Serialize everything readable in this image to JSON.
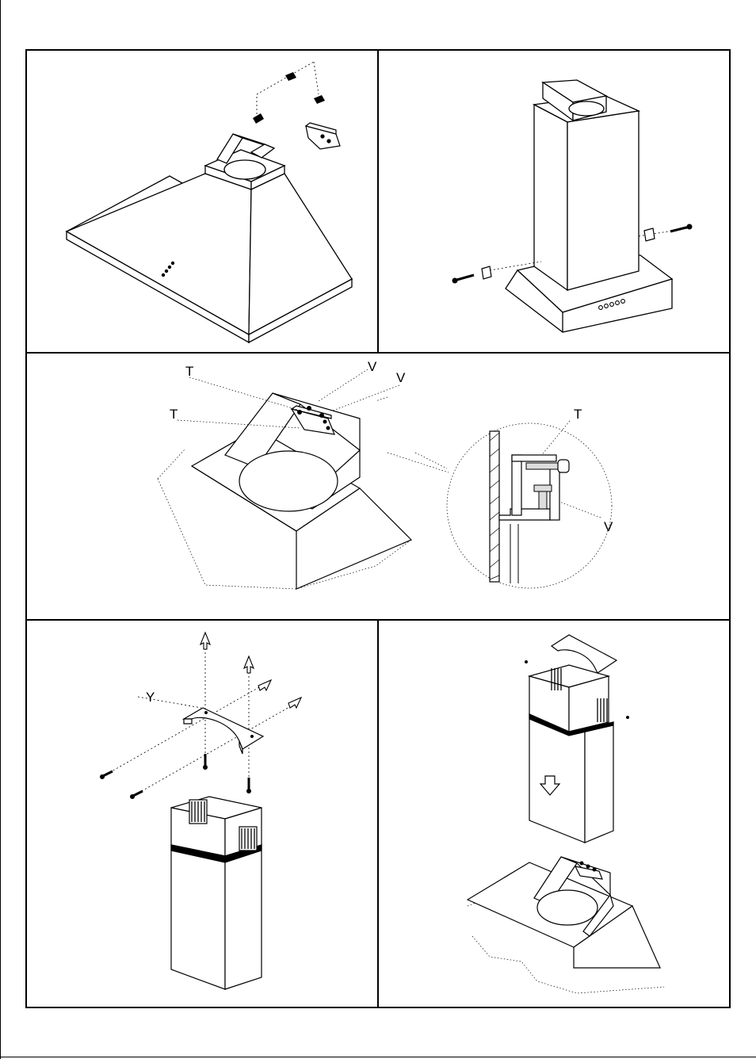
{
  "labels": {
    "t_top": "T",
    "t_left": "T",
    "v_first": "V",
    "v_second": "V",
    "t_detail": "T",
    "v_detail": "V",
    "y_bracket": "Y"
  }
}
